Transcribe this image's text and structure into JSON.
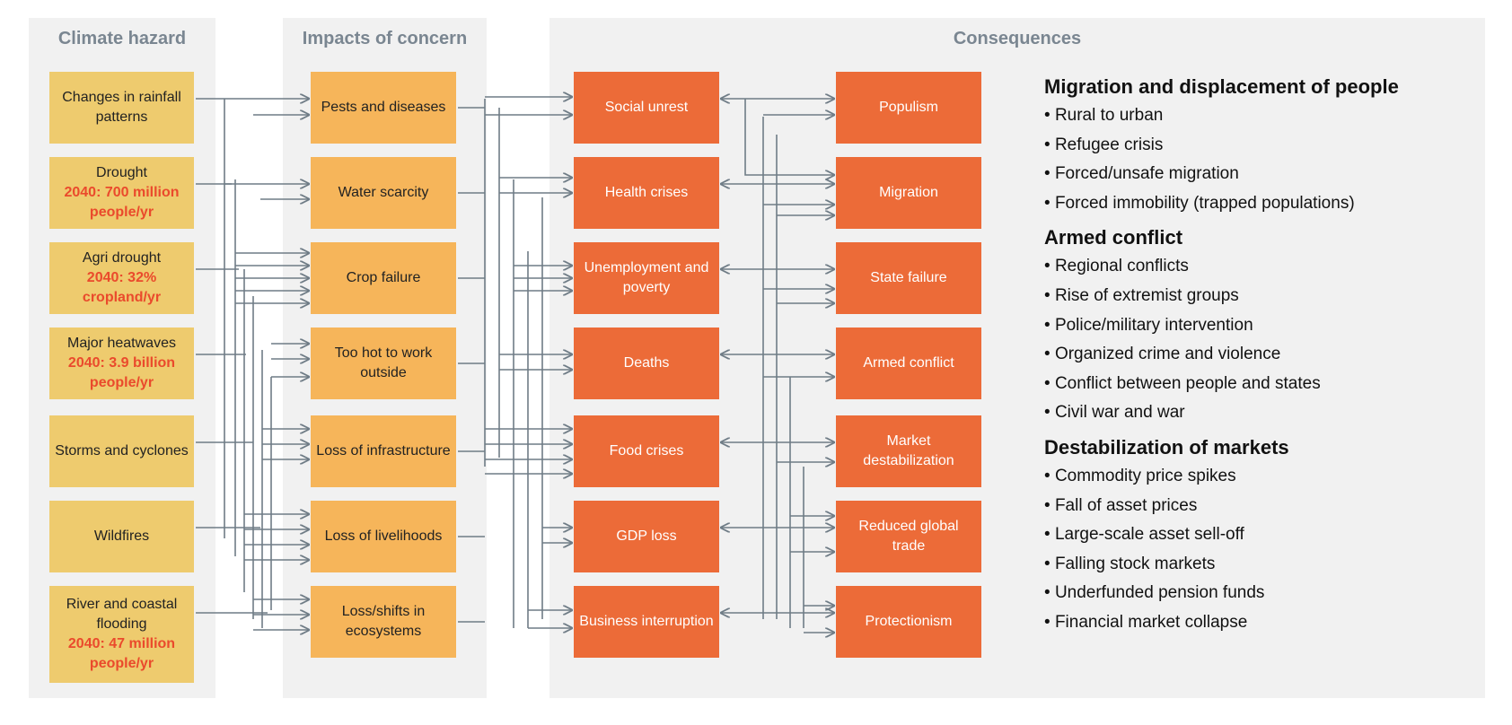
{
  "headers": {
    "climate_hazard": "Climate hazard",
    "impacts": "Impacts of concern",
    "consequences": "Consequences"
  },
  "hazards": [
    {
      "label": "Changes in rainfall patterns",
      "stat": ""
    },
    {
      "label": "Drought",
      "stat": "2040: 700 million people/yr"
    },
    {
      "label": "Agri drought",
      "stat": "2040: 32% cropland/yr"
    },
    {
      "label": "Major heatwaves",
      "stat": "2040: 3.9 billion people/yr"
    },
    {
      "label": "Storms and cyclones",
      "stat": ""
    },
    {
      "label": "Wildfires",
      "stat": ""
    },
    {
      "label": "River and coastal flooding",
      "stat": "2040: 47 million people/yr"
    }
  ],
  "impacts": [
    "Pests and diseases",
    "Water scarcity",
    "Crop failure",
    "Too hot to work outside",
    "Loss of infrastructure",
    "Loss of livelihoods",
    "Loss/shifts in ecosystems"
  ],
  "consequences_left": [
    "Social unrest",
    "Health crises",
    "Unemployment and poverty",
    "Deaths",
    "Food crises",
    "GDP loss",
    "Business interruption"
  ],
  "consequences_right": [
    "Populism",
    "Migration",
    "State failure",
    "Armed conflict",
    "Market destabilization",
    "Reduced global trade",
    "Protectionism"
  ],
  "groups": [
    {
      "title": "Migration and displacement of people",
      "items": [
        "Rural to urban",
        "Refugee crisis",
        "Forced/unsafe migration",
        "Forced immobility (trapped populations)"
      ]
    },
    {
      "title": "Armed conflict",
      "items": [
        "Regional conflicts",
        "Rise of extremist groups",
        "Police/military intervention",
        "Organized crime and violence",
        "Conflict between people and states",
        "Civil war and war"
      ]
    },
    {
      "title": "Destabilization of markets",
      "items": [
        "Commodity price spikes",
        "Fall of asset prices",
        "Large-scale asset sell-off",
        "Falling stock markets",
        "Underfunded pension funds",
        "Financial market collapse"
      ]
    }
  ],
  "colors": {
    "hazard_box": "#eecb6e",
    "impact_box": "#f6b55a",
    "consequence_box": "#ec6b38",
    "connector": "#6f7c86",
    "highlight_text": "#ea4a2c"
  }
}
